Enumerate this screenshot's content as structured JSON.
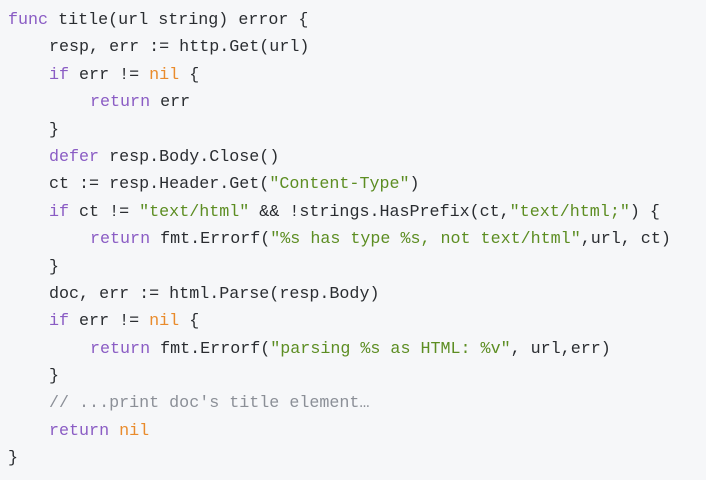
{
  "theme": {
    "background": "#f6f7f9",
    "text": "#2a2d31",
    "keyword": "#8a5cc4",
    "constant": "#e98b2c",
    "string": "#5c8d22",
    "comment": "#8b8f97"
  },
  "code": {
    "language": "Go",
    "lines": [
      {
        "indent": 0,
        "tokens": [
          {
            "type": "kw",
            "text": "func"
          },
          {
            "type": "plain",
            "text": " title(url string) error {"
          }
        ]
      },
      {
        "indent": 1,
        "tokens": [
          {
            "type": "plain",
            "text": "resp, err := http.Get(url)"
          }
        ]
      },
      {
        "indent": 1,
        "tokens": [
          {
            "type": "kw",
            "text": "if"
          },
          {
            "type": "plain",
            "text": " err != "
          },
          {
            "type": "const",
            "text": "nil"
          },
          {
            "type": "plain",
            "text": " {"
          }
        ]
      },
      {
        "indent": 2,
        "tokens": [
          {
            "type": "kw",
            "text": "return"
          },
          {
            "type": "plain",
            "text": " err"
          }
        ]
      },
      {
        "indent": 1,
        "tokens": [
          {
            "type": "plain",
            "text": "}"
          }
        ]
      },
      {
        "indent": 1,
        "tokens": [
          {
            "type": "kw",
            "text": "defer"
          },
          {
            "type": "plain",
            "text": " resp.Body.Close()"
          }
        ]
      },
      {
        "indent": 1,
        "tokens": [
          {
            "type": "plain",
            "text": "ct := resp.Header.Get("
          },
          {
            "type": "str",
            "text": "\"Content-Type\""
          },
          {
            "type": "plain",
            "text": ")"
          }
        ]
      },
      {
        "indent": 1,
        "tokens": [
          {
            "type": "kw",
            "text": "if"
          },
          {
            "type": "plain",
            "text": " ct != "
          },
          {
            "type": "str",
            "text": "\"text/html\""
          },
          {
            "type": "plain",
            "text": " && !strings.HasPrefix(ct,"
          },
          {
            "type": "str",
            "text": "\"text/html;\""
          },
          {
            "type": "plain",
            "text": ") {"
          }
        ]
      },
      {
        "indent": 2,
        "tokens": [
          {
            "type": "kw",
            "text": "return"
          },
          {
            "type": "plain",
            "text": " fmt.Errorf("
          },
          {
            "type": "str",
            "text": "\"%s has type %s, not text/html\""
          },
          {
            "type": "plain",
            "text": ",url, ct)"
          }
        ]
      },
      {
        "indent": 1,
        "tokens": [
          {
            "type": "plain",
            "text": "}"
          }
        ]
      },
      {
        "indent": 1,
        "tokens": [
          {
            "type": "plain",
            "text": "doc, err := html.Parse(resp.Body)"
          }
        ]
      },
      {
        "indent": 1,
        "tokens": [
          {
            "type": "kw",
            "text": "if"
          },
          {
            "type": "plain",
            "text": " err != "
          },
          {
            "type": "const",
            "text": "nil"
          },
          {
            "type": "plain",
            "text": " {"
          }
        ]
      },
      {
        "indent": 2,
        "tokens": [
          {
            "type": "kw",
            "text": "return"
          },
          {
            "type": "plain",
            "text": " fmt.Errorf("
          },
          {
            "type": "str",
            "text": "\"parsing %s as HTML: %v\""
          },
          {
            "type": "plain",
            "text": ", url,err)"
          }
        ]
      },
      {
        "indent": 1,
        "tokens": [
          {
            "type": "plain",
            "text": "}"
          }
        ]
      },
      {
        "indent": 1,
        "tokens": [
          {
            "type": "comment",
            "text": "// ...print doc's title element…"
          }
        ]
      },
      {
        "indent": 1,
        "tokens": [
          {
            "type": "kw",
            "text": "return"
          },
          {
            "type": "plain",
            "text": " "
          },
          {
            "type": "const",
            "text": "nil"
          }
        ]
      },
      {
        "indent": 0,
        "tokens": [
          {
            "type": "plain",
            "text": "}"
          }
        ]
      }
    ]
  }
}
